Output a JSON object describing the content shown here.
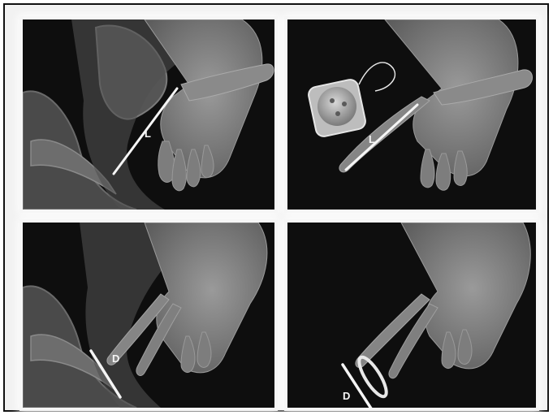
{
  "figure": {
    "panels": [
      {
        "label": "L"
      },
      {
        "label": "L"
      },
      {
        "label": "D"
      },
      {
        "label": "D"
      }
    ]
  },
  "colors": {
    "background": "#0e0e0e",
    "hand": "#7c7c7c",
    "tissue": "#5c5c5c",
    "marker": "#f5f5f5",
    "frame": "#111111"
  }
}
